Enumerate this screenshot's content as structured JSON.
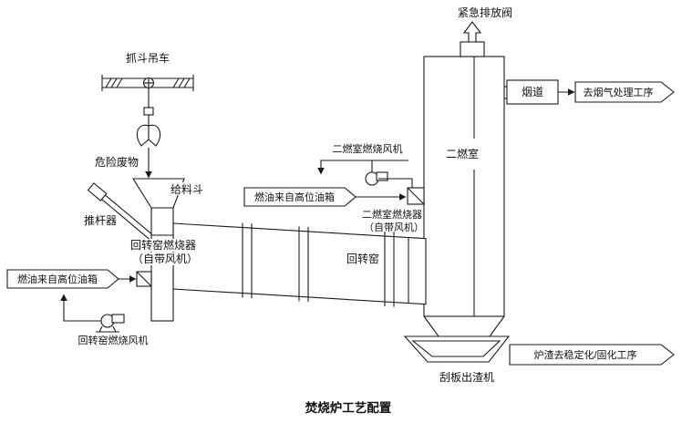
{
  "title": "焚烧炉工艺配置",
  "equipment": {
    "crane": "抓斗吊车",
    "hazardous_waste": "危险废物",
    "feed_hopper": "给料斗",
    "pusher": "推杆器",
    "kiln_burner_line1": "回转窑燃烧器",
    "kiln_burner_line2": "（自带风机）",
    "kiln_fan": "回转窑燃烧风机",
    "rotary_kiln": "回转窑",
    "sec_fan": "二燃室燃烧风机",
    "sec_burner_line1": "二燃室燃烧器",
    "sec_burner_line2": "（自带风机）",
    "sec_chamber": "二燃室",
    "emergency_valve": "紧急排放阀",
    "flue": "烟道",
    "slag_conveyor": "刮板出渣机"
  },
  "flows": {
    "fuel_to_kiln_burner": "燃油来自高位油箱",
    "fuel_to_sec_burner": "燃油来自高位油箱",
    "flue_gas_out": "去烟气处理工序",
    "slag_out": "炉渣去稳定化/固化工序"
  },
  "colors": {
    "line": "#1a1a1a",
    "text": "#111111",
    "background": "#ffffff"
  }
}
